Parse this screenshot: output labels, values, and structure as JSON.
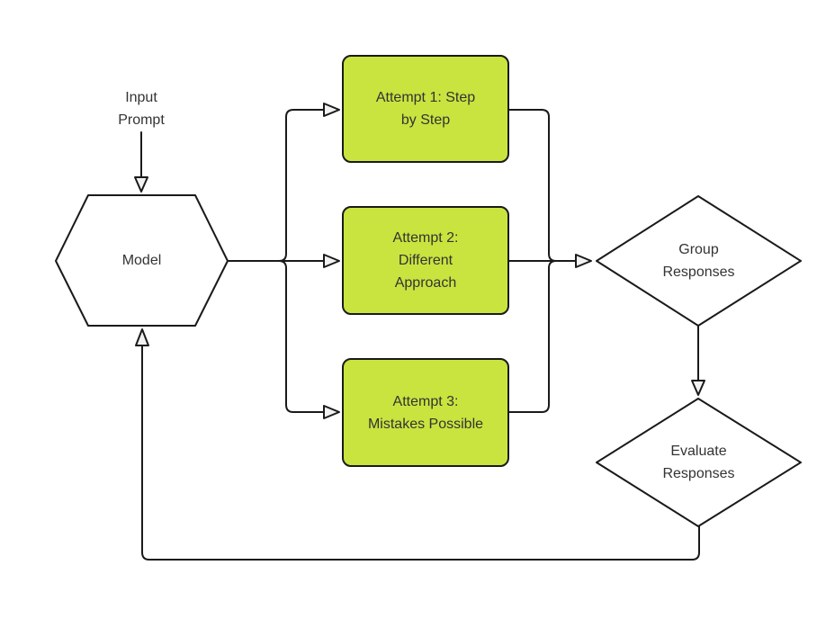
{
  "diagram": {
    "type": "flowchart",
    "colors": {
      "background": "#ffffff",
      "stroke": "#1a1a1a",
      "text": "#333333",
      "accent_fill": "#c9e43f",
      "node_fill": "#ffffff",
      "arrowhead_fill": "#f2f2f2"
    },
    "nodes": {
      "input_prompt": {
        "label": "Input\nPrompt",
        "shape": "text"
      },
      "model": {
        "label": "Model",
        "shape": "hexagon"
      },
      "attempt1": {
        "label": "Attempt 1: Step\nby Step",
        "shape": "rounded-rect"
      },
      "attempt2": {
        "label": "Attempt 2:\nDifferent\nApproach",
        "shape": "rounded-rect"
      },
      "attempt3": {
        "label": "Attempt 3:\nMistakes Possible",
        "shape": "rounded-rect"
      },
      "group_responses": {
        "label": "Group\nResponses",
        "shape": "diamond"
      },
      "evaluate_responses": {
        "label": "Evaluate\nResponses",
        "shape": "diamond"
      }
    },
    "edges": [
      {
        "from": "input_prompt",
        "to": "model"
      },
      {
        "from": "model",
        "to": "attempt1"
      },
      {
        "from": "model",
        "to": "attempt2"
      },
      {
        "from": "model",
        "to": "attempt3"
      },
      {
        "from": "attempt1",
        "to": "group_responses"
      },
      {
        "from": "attempt2",
        "to": "group_responses"
      },
      {
        "from": "attempt3",
        "to": "group_responses"
      },
      {
        "from": "group_responses",
        "to": "evaluate_responses"
      },
      {
        "from": "evaluate_responses",
        "to": "model"
      }
    ]
  }
}
